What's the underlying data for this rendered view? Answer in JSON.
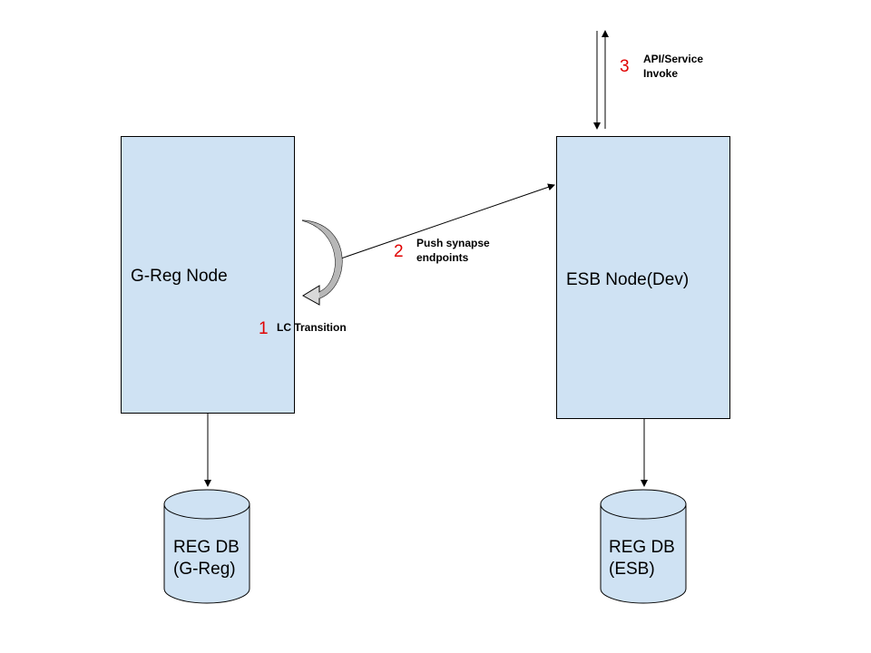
{
  "colors": {
    "node_fill": "#cfe2f3",
    "line": "#000000",
    "step_number": "#e00000"
  },
  "greg_node": {
    "label": "G-Reg Node"
  },
  "esb_node": {
    "label": "ESB Node(Dev)"
  },
  "greg_db": {
    "line1": "REG DB",
    "line2": "(G-Reg)"
  },
  "esb_db": {
    "line1": "REG DB",
    "line2": "(ESB)"
  },
  "steps": [
    {
      "number": "1",
      "text": "LC Transition"
    },
    {
      "number": "2",
      "text_line1": "Push synapse",
      "text_line2": "endpoints"
    },
    {
      "number": "3",
      "text_line1": "API/Service",
      "text_line2": "Invoke"
    }
  ]
}
